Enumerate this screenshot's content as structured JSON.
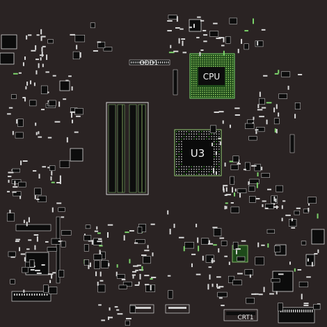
{
  "board": {
    "background": "#2a2323",
    "pad_color": "#e8e8e8",
    "silk_color": "#d9d9d9",
    "chip_fill": "#0c0c0c",
    "highlight_green": "#3d8a2a",
    "label_color": "#f2f2f2"
  },
  "labels": {
    "cpu": "CPU",
    "u3": "U3",
    "odd1": "ODD1",
    "crt1": "CRT1"
  }
}
